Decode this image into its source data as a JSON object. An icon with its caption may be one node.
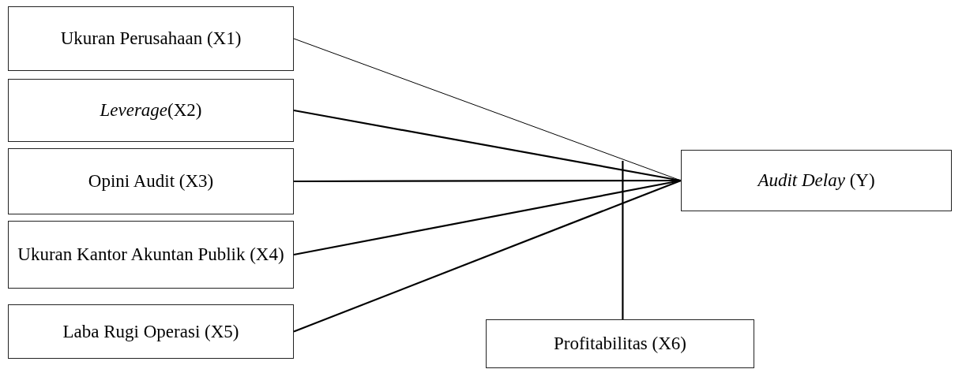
{
  "diagram": {
    "nodes": [
      {
        "text": [
          "Ukuran Perusahaan (X1)"
        ]
      },
      {
        "text": [
          "*Leverage*(X2)"
        ]
      },
      {
        "text": [
          "Opini Audit (X3)"
        ]
      },
      {
        "text": [
          "Ukuran Kantor Akuntan Publik (X4)"
        ]
      },
      {
        "text": [
          "Laba Rugi Operasi (X5)"
        ]
      },
      {
        "text": [
          "*Audit Delay* (Y)"
        ]
      },
      {
        "text": [
          "Profitabilitas (X6)"
        ]
      }
    ],
    "edges": [
      {
        "from": 0,
        "to": 5,
        "arrow": "none"
      },
      {
        "from": 1,
        "to": 5,
        "arrow": "none"
      },
      {
        "from": 2,
        "to": 5,
        "arrow": "none"
      },
      {
        "from": 3,
        "to": 5,
        "arrow": "none"
      },
      {
        "from": 4,
        "to": 5,
        "arrow": "none"
      },
      {
        "from": 6,
        "to": null,
        "arrow": "none"
      }
    ]
  }
}
